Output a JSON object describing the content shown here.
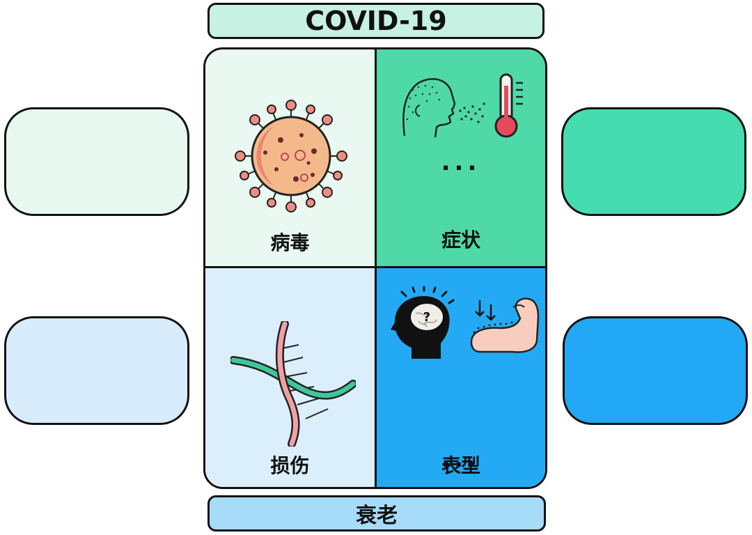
{
  "header": {
    "title": "COVID-19"
  },
  "footer": {
    "title": "衰老"
  },
  "quadrants": {
    "virus": {
      "label": "病毒",
      "icon": "virus-icon"
    },
    "symptoms": {
      "label": "症状",
      "icon": "cough-thermometer-icon",
      "more": "..."
    },
    "damage": {
      "label": "损伤",
      "icon": "dna-icon"
    },
    "phenotype": {
      "label": "表型",
      "icon": "brain-muscle-icon",
      "more": "..."
    }
  },
  "colors": {
    "banner_top": "#c7f1e2",
    "banner_bottom": "#a6dcf8",
    "virus_bg": "#eaf8f2",
    "symptoms_bg": "#4fd9a8",
    "damage_bg": "#dbeefb",
    "phenotype_bg": "#24aaf4"
  }
}
